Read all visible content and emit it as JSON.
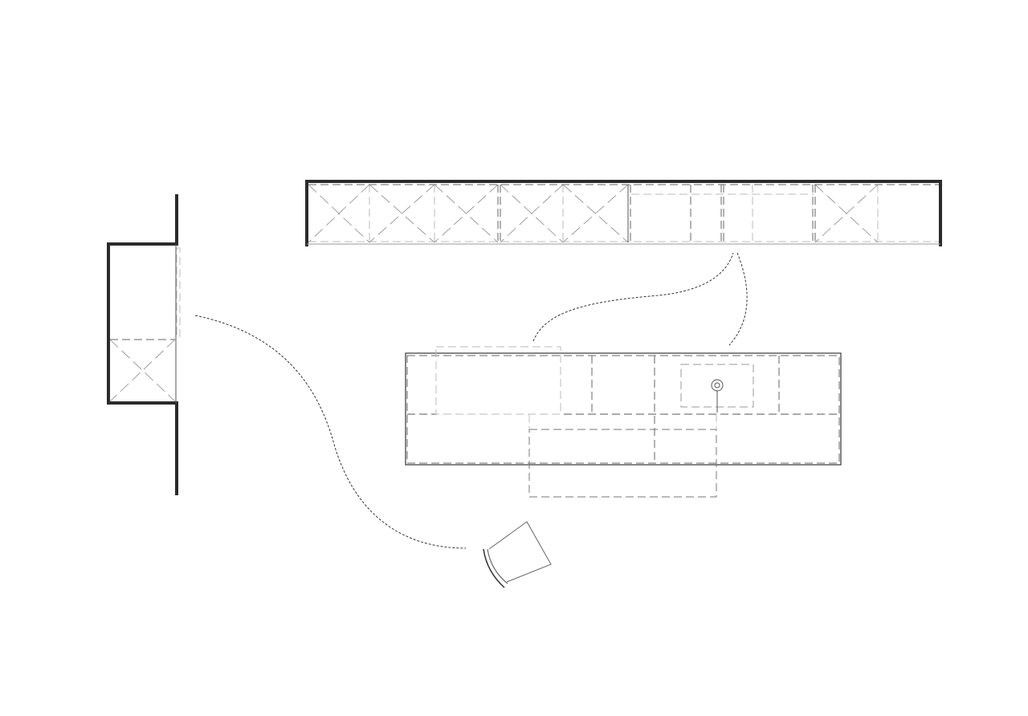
{
  "drawing": {
    "type": "kitchen floor plan",
    "colors": {
      "background": "#ffffff",
      "wall": "#2b2b2b",
      "line": "#555555",
      "hidden_line": "#bbbbbb"
    },
    "elements": [
      "niche-cabinet",
      "wall-cabinet-run",
      "kitchen-island",
      "sink",
      "tap",
      "chair",
      "circulation-paths"
    ]
  }
}
